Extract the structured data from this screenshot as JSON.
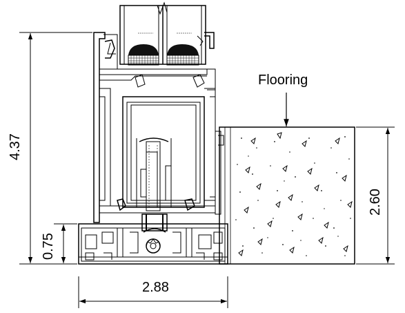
{
  "labels": {
    "material": "Flooring"
  },
  "dimensions": {
    "overall_height": "4.37",
    "sill_height": "0.75",
    "frame_width": "2.88",
    "flooring_thickness": "2.60"
  }
}
